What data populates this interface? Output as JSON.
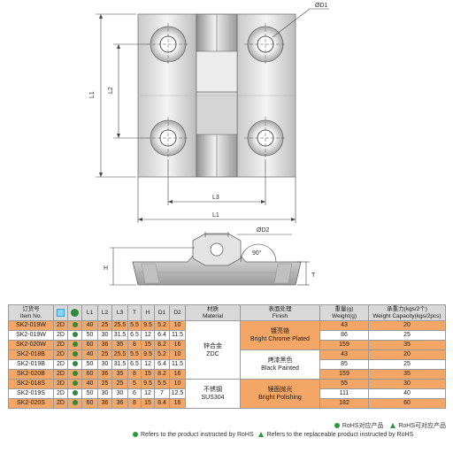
{
  "drawing": {
    "dim_d1": "ØD1",
    "dim_l1_vertical": "L1",
    "dim_l2": "L2",
    "dim_l3": "L3",
    "dim_l1_horizontal": "L1",
    "dim_d2": "ØD2",
    "dim_angle": "90°",
    "dim_h": "H",
    "dim_t": "T"
  },
  "table": {
    "headers": {
      "item_no_cn": "订货号",
      "item_no_en": "Item No.",
      "cad_icon": "cad-icon",
      "rohs_icon": "rohs-icon",
      "l1": "L1",
      "l2": "L2",
      "l3": "L3",
      "t": "T",
      "h": "H",
      "d1": "D1",
      "d2": "D2",
      "material_cn": "材质",
      "material_en": "Material",
      "finish_cn": "表面处理",
      "finish_en": "Finish",
      "weight_cn": "重量(g)",
      "weight_en": "Weight(g)",
      "capacity_cn": "承重力(kgs/2个)",
      "capacity_en": "Weight Capacity(kgs/2pcs)"
    },
    "rows": [
      {
        "item": "SK2-019W",
        "cad": "2D",
        "l1": "40",
        "l2": "25",
        "l3": "25.5",
        "t": "5.5",
        "h": "9.5",
        "d1": "5.2",
        "d2": "10",
        "weight": "43",
        "capacity": "20"
      },
      {
        "item": "SK2-019W",
        "cad": "2D",
        "l1": "50",
        "l2": "30",
        "l3": "31.5",
        "t": "6.5",
        "h": "12",
        "d1": "6.4",
        "d2": "11.5",
        "weight": "86",
        "capacity": "25"
      },
      {
        "item": "SK2-020W",
        "cad": "2D",
        "l1": "60",
        "l2": "36",
        "l3": "35",
        "t": "8",
        "h": "15",
        "d1": "8.2",
        "d2": "16",
        "weight": "159",
        "capacity": "35"
      },
      {
        "item": "SK2-018B",
        "cad": "2D",
        "l1": "40",
        "l2": "25",
        "l3": "25.5",
        "t": "5.5",
        "h": "9.5",
        "d1": "5.2",
        "d2": "10",
        "weight": "43",
        "capacity": "20"
      },
      {
        "item": "SK2-019B",
        "cad": "2D",
        "l1": "50",
        "l2": "30",
        "l3": "31.5",
        "t": "6.5",
        "h": "12",
        "d1": "6.4",
        "d2": "11.5",
        "weight": "85",
        "capacity": "25"
      },
      {
        "item": "SK2-020B",
        "cad": "2D",
        "l1": "60",
        "l2": "36",
        "l3": "35",
        "t": "8",
        "h": "15",
        "d1": "8.2",
        "d2": "16",
        "weight": "159",
        "capacity": "35"
      },
      {
        "item": "SK2-018S",
        "cad": "2D",
        "l1": "40",
        "l2": "25",
        "l3": "25",
        "t": "5",
        "h": "9.5",
        "d1": "5.5",
        "d2": "10",
        "weight": "55",
        "capacity": "30"
      },
      {
        "item": "SK2-019S",
        "cad": "2D",
        "l1": "50",
        "l2": "30",
        "l3": "30",
        "t": "6",
        "h": "12",
        "d1": "7",
        "d2": "12.5",
        "weight": "111",
        "capacity": "40"
      },
      {
        "item": "SK2-020S",
        "cad": "2D",
        "l1": "60",
        "l2": "36",
        "l3": "36",
        "t": "8",
        "h": "15",
        "d1": "8.4",
        "d2": "16",
        "weight": "182",
        "capacity": "60"
      }
    ],
    "material_zinc_cn": "锌合金",
    "material_zinc_en": "ZDC",
    "material_steel_cn": "不锈钢",
    "material_steel_en": "SUS304",
    "finish_chrome_cn": "镀亮铬",
    "finish_chrome_en": "Bright Chrome Plated",
    "finish_black_cn": "烤漆黑色",
    "finish_black_en": "Black Painted",
    "finish_polish_cn": "镜面抛光",
    "finish_polish_en": "Bright Polishing"
  },
  "footnote": {
    "rohs_text": "Refers to the product instructed by RoHS",
    "rohs_symbol": "RoHS对应产品",
    "replaceable_text": "Refers to the replaceable product instructed by RoHS",
    "replaceable_symbol": "RoHS可对应产品"
  },
  "colors": {
    "orange_row": "#f4a667",
    "header_gray": "#d9d9d9",
    "rohs_green": "#2b9a3a"
  }
}
